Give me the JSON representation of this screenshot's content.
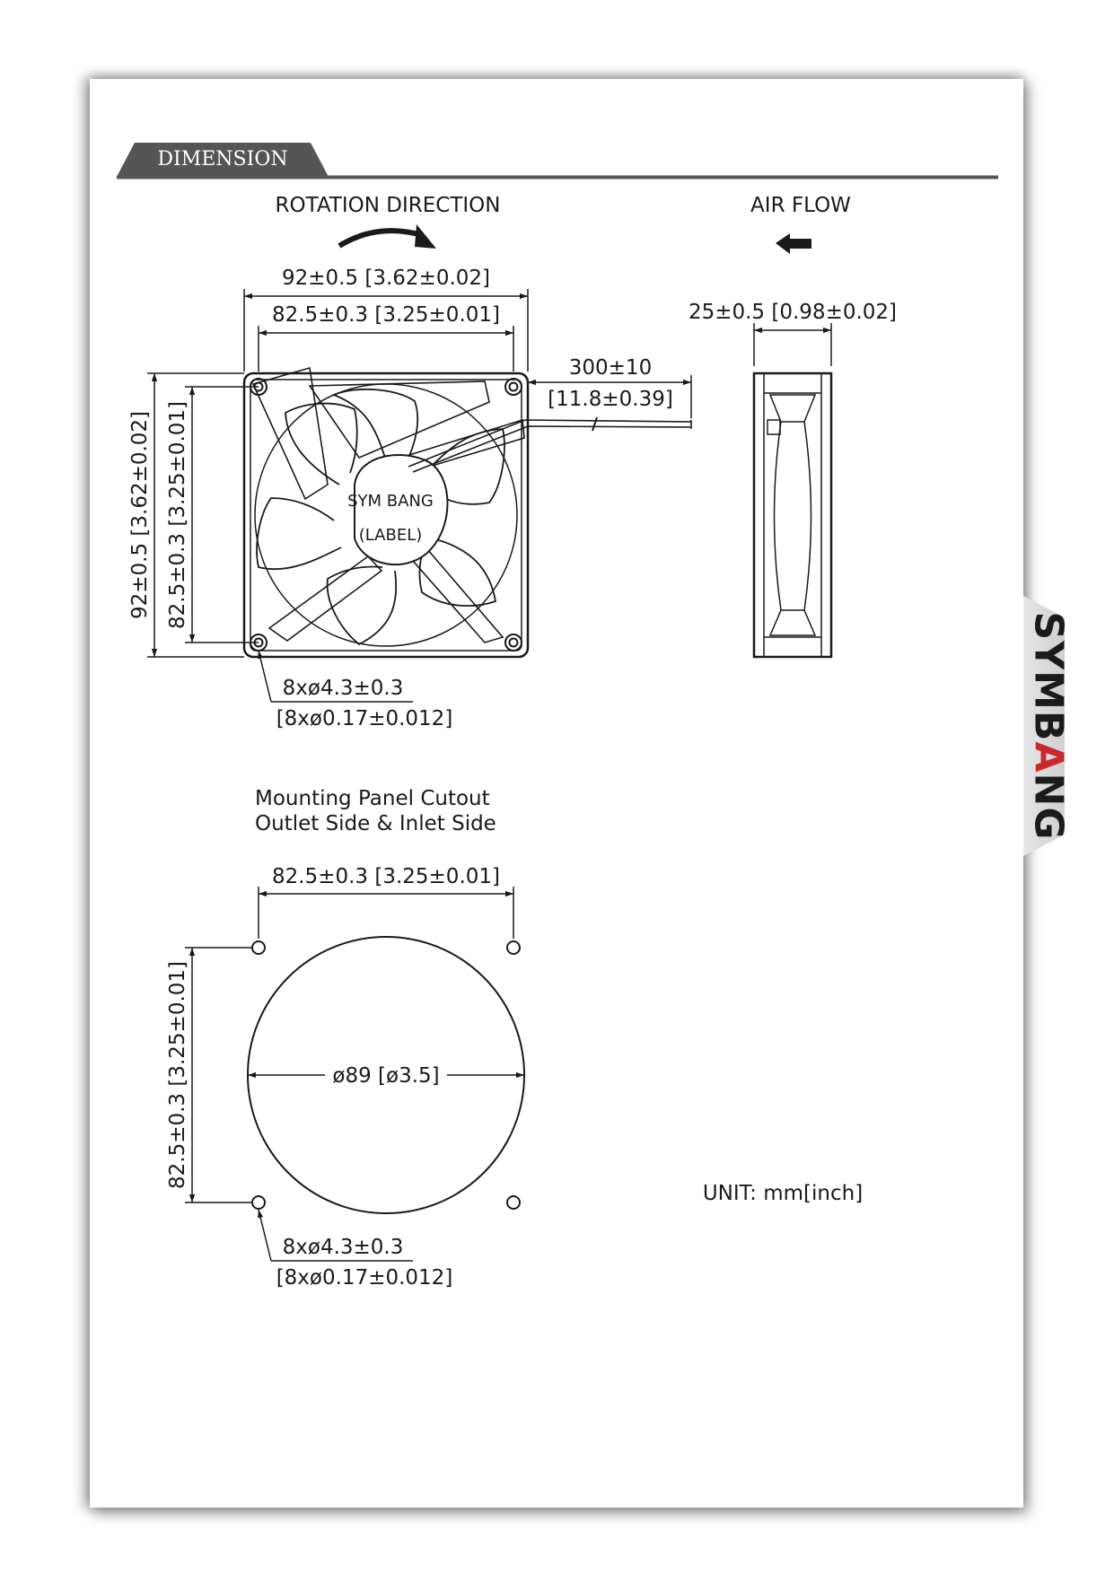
{
  "section": {
    "title": "DIMENSION"
  },
  "brand": {
    "prefix": "SYM",
    "suffix_start": "B",
    "accent_letter": "A",
    "suffix_end": "NG"
  },
  "top_view": {
    "rotation_label": "ROTATION  DIRECTION",
    "airflow_label": "AIR  FLOW",
    "overall_width": "92±0.5  [3.62±0.02]",
    "hole_spacing_width": "82.5±0.3  [3.25±0.01]",
    "overall_height": "92±0.5  [3.62±0.02]",
    "hole_spacing_height": "82.5±0.3  [3.25±0.01]",
    "lead_length": "300±10",
    "lead_length_inch": "[11.8±0.39]",
    "thickness": "25±0.5  [0.98±0.02]",
    "label_line1": "SYM  BANG",
    "label_line2": "(LABEL)",
    "hole_spec": "8xø4.3±0.3",
    "hole_spec_inch": "[8xø0.17±0.012]"
  },
  "cutout": {
    "title_line1": "Mounting  Panel  Cutout",
    "title_line2": "Outlet  Side  &  Inlet  Side",
    "hole_spacing_width": "82.5±0.3  [3.25±0.01]",
    "hole_spacing_height": "82.5±0.3  [3.25±0.01]",
    "diameter": "ø89  [ø3.5]",
    "hole_spec": "8xø4.3±0.3",
    "hole_spec_inch": "[8xø0.17±0.012]"
  },
  "unit_label": "UNIT: mm[inch]",
  "colors": {
    "ink": "#1a1a1a",
    "tab_dark": "#595959",
    "brand_accent": "#c8282e"
  }
}
